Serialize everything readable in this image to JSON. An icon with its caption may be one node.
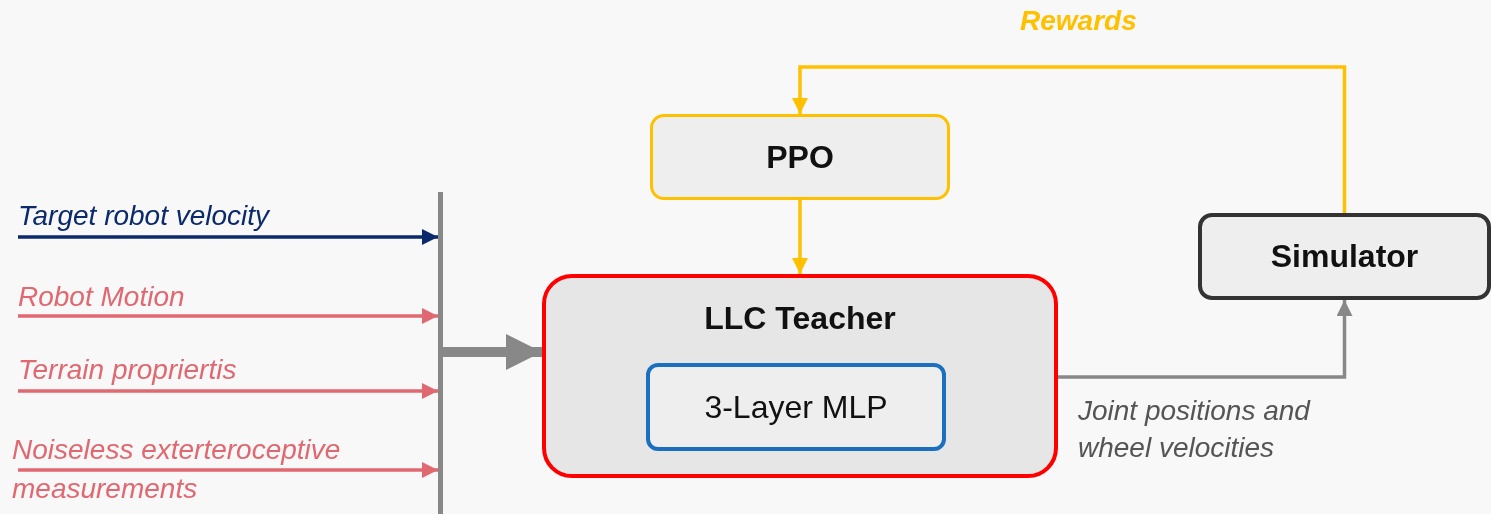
{
  "diagram": {
    "nodes": [
      {
        "text": [
          "PPO"
        ]
      },
      {
        "text": [
          "LLC Teacher"
        ]
      },
      {
        "text": [
          "3-Layer MLP"
        ],
        "in": 1
      },
      {
        "text": [
          "Simulator"
        ]
      },
      {
        "text": [],
        "shape": "bar"
      }
    ],
    "edges": [
      {
        "from": null,
        "to": 4,
        "arrow": "to",
        "label": "Target robot velocity",
        "color": "#0b2a6b"
      },
      {
        "from": null,
        "to": 4,
        "arrow": "to",
        "label": "Robot Motion"
      },
      {
        "from": null,
        "to": 4,
        "arrow": "to",
        "label": "Terrain propriertis"
      },
      {
        "from": null,
        "to": 4,
        "arrow": "to",
        "label": "Noiseless exterteroceptive measurements"
      },
      {
        "from": 4,
        "to": 1,
        "arrow": "to",
        "style": "thick",
        "color": "#888888"
      },
      {
        "from": 0,
        "to": 1,
        "arrow": "to",
        "color": "#ffc000"
      },
      {
        "from": 3,
        "to": 0,
        "arrow": "to",
        "label": "Rewards",
        "color": "#ffc000"
      },
      {
        "from": 1,
        "to": 3,
        "arrow": "to",
        "label": "Joint positions and wheel velocities",
        "color": "#888888"
      }
    ]
  }
}
